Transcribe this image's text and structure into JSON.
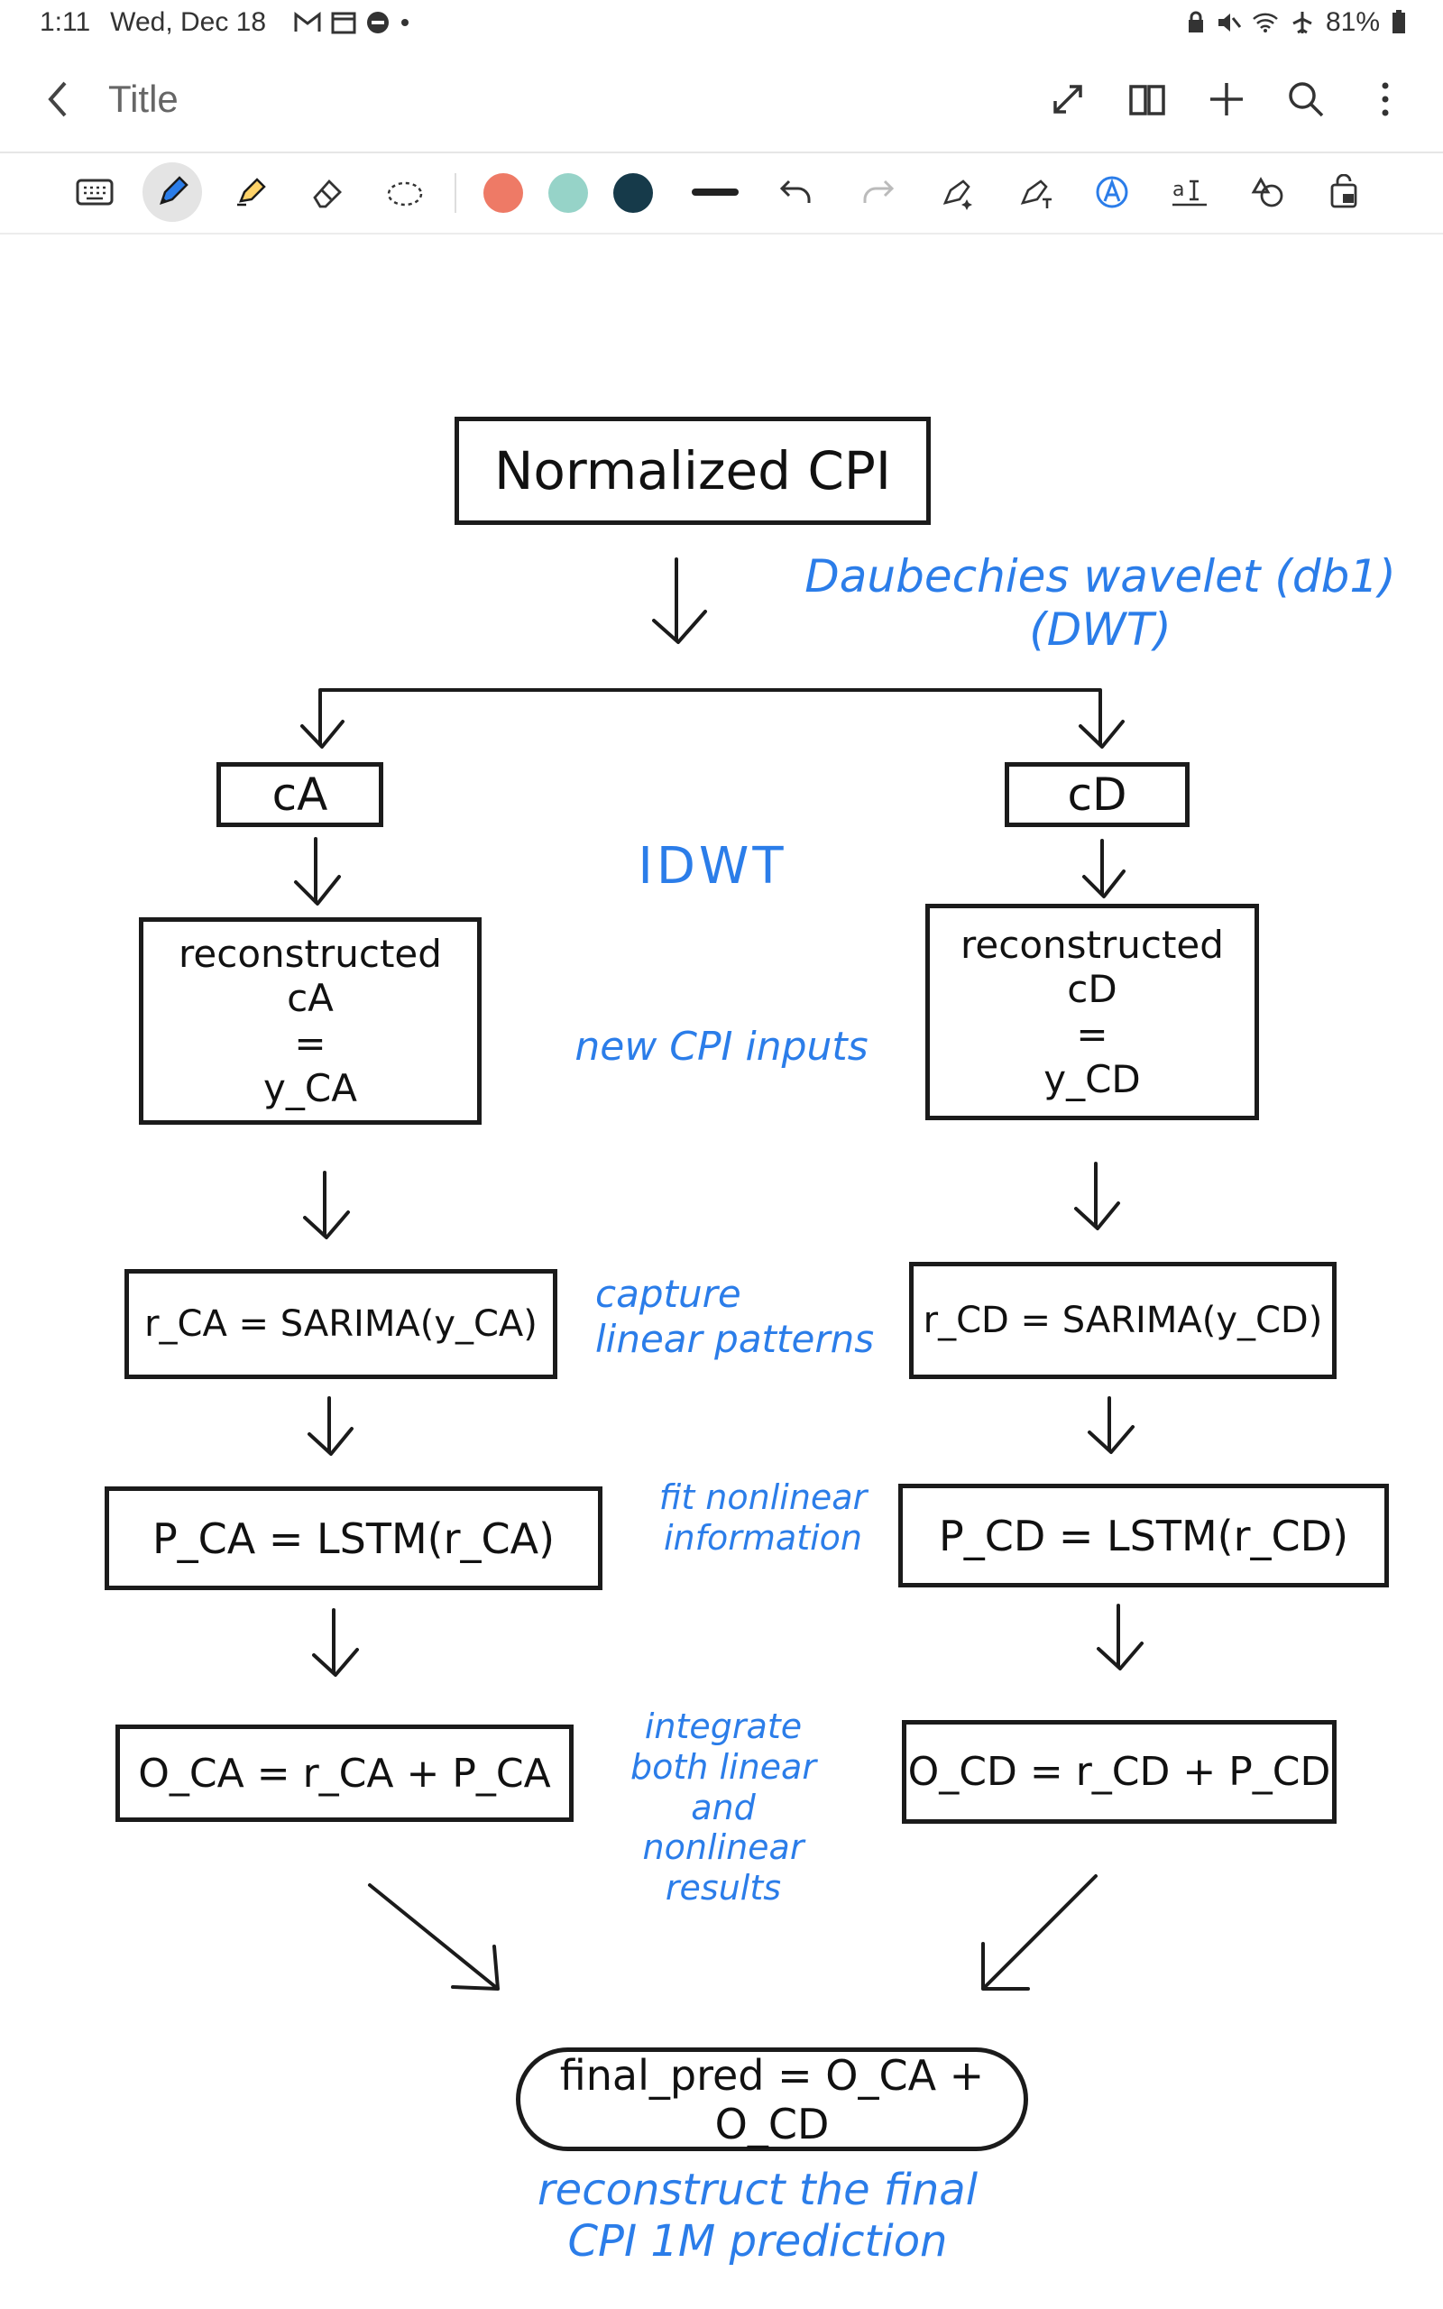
{
  "status_bar": {
    "time": "1:11",
    "date": "Wed, Dec 18",
    "battery": "81%"
  },
  "app_bar": {
    "title": "Title"
  },
  "toolbar": {
    "colors": [
      "#ee7a66",
      "#96d3c8",
      "#163a4a"
    ]
  },
  "diagram": {
    "top_box": "Normalized CPI",
    "wavelet_note": "Daubechies wavelet (db1)\n(DWT)",
    "left_branch": {
      "coef": "cA",
      "recon": "reconstructed\ncA\n=\ny_CA",
      "sarima": "r_CA = SARIMA(y_CA)",
      "lstm": "P_CA = LSTM(r_CA)",
      "sum": "O_CA = r_CA + P_CA"
    },
    "right_branch": {
      "coef": "cD",
      "recon": "reconstructed\ncD\n=\ny_CD",
      "sarima": "r_CD = SARIMA(y_CD)",
      "lstm": "P_CD = LSTM(r_CD)",
      "sum": "O_CD = r_CD + P_CD"
    },
    "notes": {
      "idwt": "IDWT",
      "new_inputs": "new CPI inputs",
      "capture": "capture\nlinear patterns",
      "fit": "fit nonlinear\ninformation",
      "integrate": "integrate\nboth linear\nand nonlinear\nresults",
      "final_note": "reconstruct the final\nCPI 1M prediction"
    },
    "final_box": "final_pred = O_CA + O_CD"
  }
}
